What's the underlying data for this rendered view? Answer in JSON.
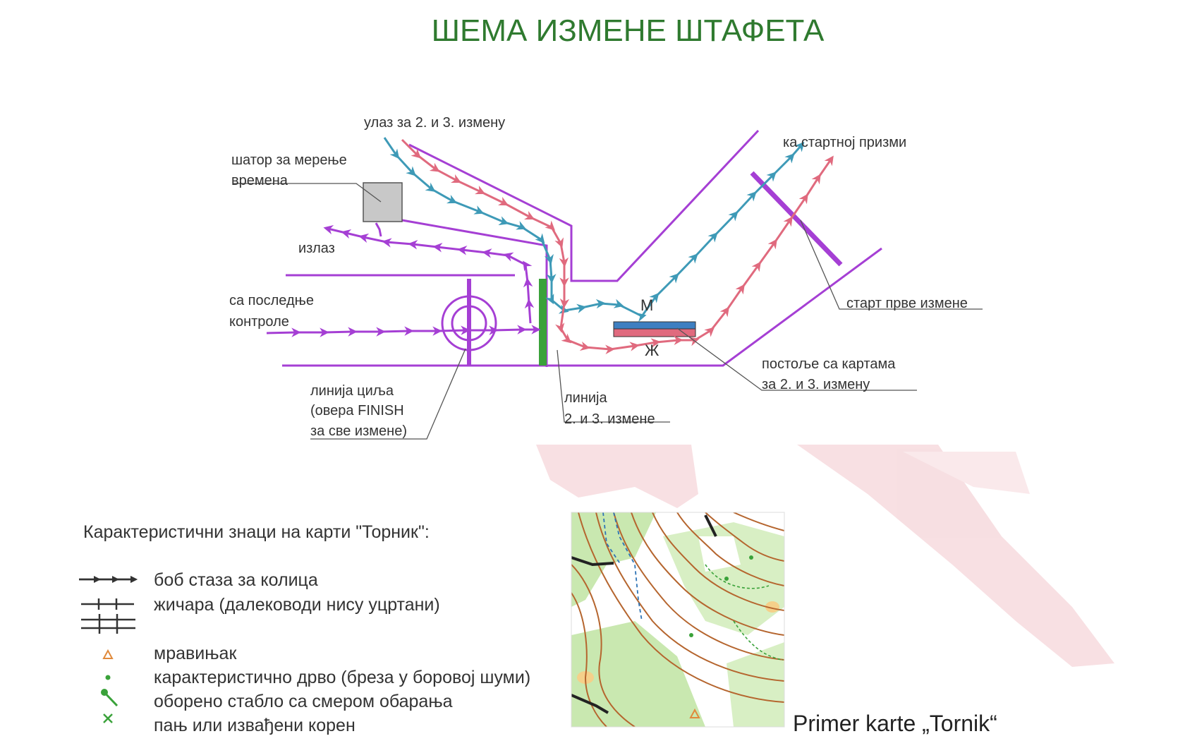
{
  "title": "ШЕМА ИЗМЕНЕ ШТАФЕТА",
  "diagram": {
    "labels": {
      "entry": "улаз за 2. и 3. измену",
      "tent_1": "шатор за мерење",
      "tent_2": "времена",
      "exit": "излаз",
      "from_last_1": "са последње",
      "from_last_2": "контроле",
      "finish_1": "линија циља",
      "finish_2": "(овера FINISH",
      "finish_3": "за све измене)",
      "line23_1": "линија",
      "line23_2": "2. и 3. измене",
      "men": "М",
      "women": "Ж",
      "to_prism": "ка стартној призми",
      "start_first": "старт прве измене",
      "stand_1": "постоље са картама",
      "stand_2": "за 2. и 3. измену"
    },
    "colors": {
      "boundary": "#a53fd4",
      "men_route": "#3e9ab7",
      "women_route": "#e06a7e",
      "finish_route": "#a53fd4",
      "tent": "#c8c8c8",
      "line23": "#3aa23a",
      "stand_top": "#3e7fc1",
      "stand_bottom": "#e06a7e"
    }
  },
  "legend": {
    "heading": "Карактеристични знаци на карти \"Торник\":",
    "items": [
      {
        "icon": "bobsled-track-icon",
        "label": "боб стаза за колица"
      },
      {
        "icon": "cable-car-icon",
        "label": "жичара (далеководи нису уцртани)"
      },
      {
        "icon": "double-cable-icon",
        "label": ""
      },
      {
        "icon": "anthill-icon",
        "label": "мравињак"
      },
      {
        "icon": "tree-dot-icon",
        "label": "карактеристично дрво (бреза у боровој шуми)"
      },
      {
        "icon": "fallen-tree-icon",
        "label": "оборено стабло са смером обарања"
      },
      {
        "icon": "stump-cross-icon",
        "label": "пањ или извађени корен"
      }
    ]
  },
  "map_caption": "Primer karte „Tornik“"
}
